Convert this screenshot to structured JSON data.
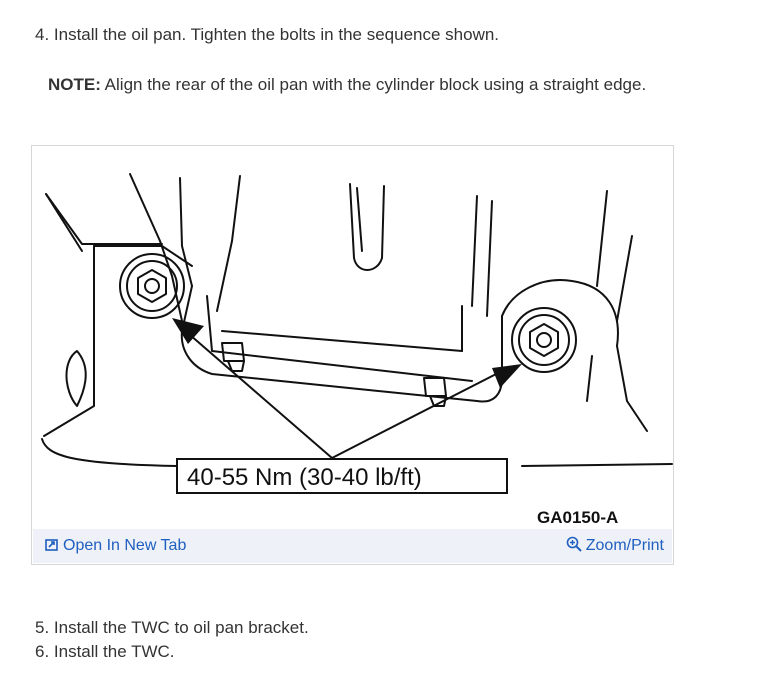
{
  "steps": {
    "step4": "4. Install the oil pan. Tighten the bolts in the sequence shown.",
    "step5": "5. Install the TWC to oil pan bracket.",
    "step6": "6. Install the TWC."
  },
  "note": {
    "label": "NOTE:",
    "text": " Align the rear of the oil pan with the cylinder block using a straight edge."
  },
  "figure": {
    "torque_label": "40-55 Nm (30-40 lb/ft)",
    "figure_code": "GA0150-A",
    "open_tab_label": "Open In New Tab",
    "zoom_label": "Zoom/Print",
    "icons": [
      "open-new-tab-icon",
      "zoom-icon"
    ]
  },
  "colors": {
    "link": "#1f5fbf",
    "footer_bg": "#eef1f7",
    "text": "#333333"
  }
}
